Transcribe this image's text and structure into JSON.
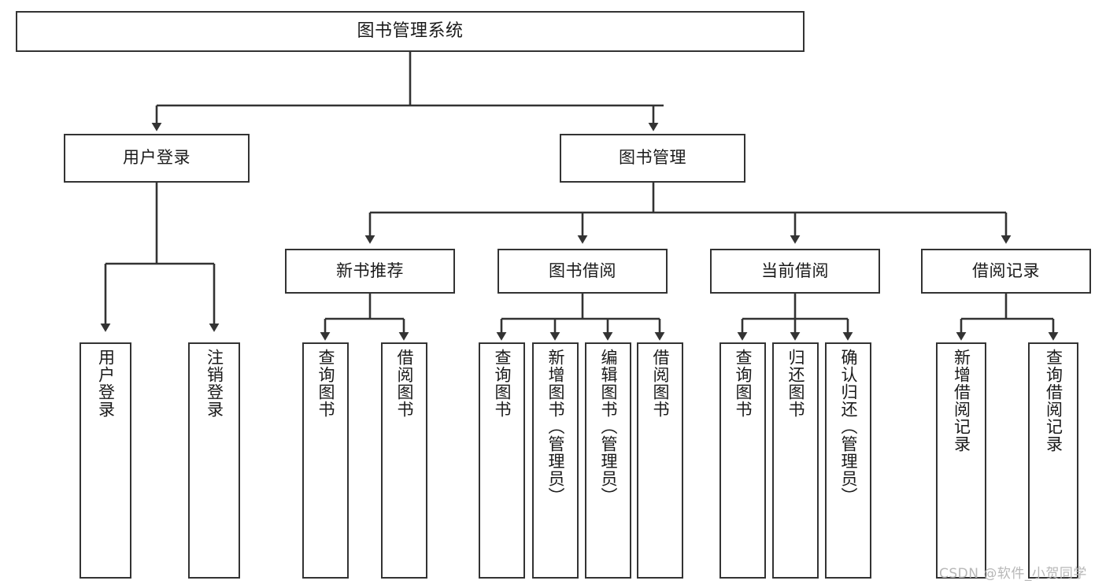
{
  "diagram": {
    "title": "图书管理系统",
    "type": "tree-hierarchy",
    "watermark": "CSDN @软件_小贺同学",
    "colors": {
      "background": "#ffffff",
      "box_border": "#333333",
      "box_fill": "#ffffff",
      "connector": "#333333",
      "text": "#1a1a1a",
      "watermark": "#b7b7b7"
    }
  },
  "nodes": {
    "root": {
      "label": "图书管理系统",
      "level": 0
    },
    "level1": [
      {
        "id": "user-login",
        "label": "用户登录"
      },
      {
        "id": "book-manage",
        "label": "图书管理"
      }
    ],
    "level2": [
      {
        "id": "new-book-recommend",
        "label": "新书推荐",
        "parent": "book-manage"
      },
      {
        "id": "book-borrow",
        "label": "图书借阅",
        "parent": "book-manage"
      },
      {
        "id": "current-borrow",
        "label": "当前借阅",
        "parent": "book-manage"
      },
      {
        "id": "borrow-record",
        "label": "借阅记录",
        "parent": "book-manage"
      }
    ],
    "leaves": [
      {
        "id": "leaf-user-login",
        "label": "用户登录",
        "parent": "user-login"
      },
      {
        "id": "leaf-user-logout",
        "label": "注销登录",
        "parent": "user-login"
      },
      {
        "id": "leaf-query-book-1",
        "label": "查询图书",
        "parent": "new-book-recommend"
      },
      {
        "id": "leaf-borrow-book-1",
        "label": "借阅图书",
        "parent": "new-book-recommend"
      },
      {
        "id": "leaf-query-book-2",
        "label": "查询图书",
        "parent": "book-borrow"
      },
      {
        "id": "leaf-add-book",
        "label": "新增图书（管理员）",
        "parent": "book-borrow"
      },
      {
        "id": "leaf-edit-book",
        "label": "编辑图书（管理员）",
        "parent": "book-borrow"
      },
      {
        "id": "leaf-borrow-book-2",
        "label": "借阅图书",
        "parent": "book-borrow"
      },
      {
        "id": "leaf-query-book-3",
        "label": "查询图书",
        "parent": "current-borrow"
      },
      {
        "id": "leaf-return-book",
        "label": "归还图书",
        "parent": "current-borrow"
      },
      {
        "id": "leaf-confirm-return",
        "label": "确认归还（管理员）",
        "parent": "current-borrow"
      },
      {
        "id": "leaf-add-record",
        "label": "新增借阅记录",
        "parent": "borrow-record"
      },
      {
        "id": "leaf-query-record",
        "label": "查询借阅记录",
        "parent": "borrow-record"
      }
    ]
  }
}
